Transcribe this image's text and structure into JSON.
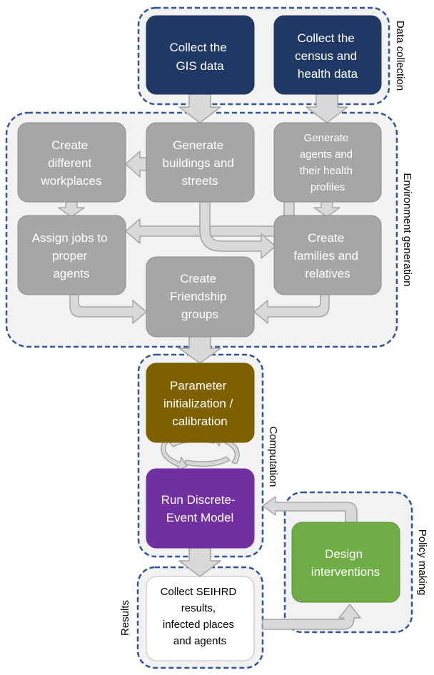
{
  "groups": {
    "data_collection": "Data collection",
    "environment_generation": "Environment generation",
    "computation": "Computation",
    "policy_making": "Policy making",
    "results": "Results"
  },
  "nodes": {
    "collect_gis": [
      "Collect the",
      "GIS data"
    ],
    "collect_census": [
      "Collect the",
      "census and",
      "health data"
    ],
    "create_workplaces": [
      "Create",
      "different",
      "workplaces"
    ],
    "generate_buildings": [
      "Generate",
      "buildings and",
      "streets"
    ],
    "generate_agents": [
      "Generate",
      "agents and",
      "their health",
      "profiles"
    ],
    "assign_jobs": [
      "Assign jobs to",
      "proper",
      "agents"
    ],
    "create_families": [
      "Create",
      "families and",
      "relatives"
    ],
    "create_friendship": [
      "Create",
      "Friendship",
      "groups"
    ],
    "parameter_init": [
      "Parameter",
      "initialization /",
      "calibration"
    ],
    "run_model": [
      "Run Discrete-",
      "Event Model"
    ],
    "design_interventions": [
      "Design",
      "interventions"
    ],
    "collect_results": [
      "Collect SEIHRD",
      "results,",
      "infected places",
      "and agents"
    ]
  },
  "colors": {
    "navy": "#1f3864",
    "gray_box": "#a6a6a6",
    "gray_border": "#8c8c8c",
    "brown": "#7f6000",
    "purple": "#7030a0",
    "green": "#70ad47",
    "white_box": "#ffffff",
    "group_fill": "#f2f2f2",
    "group_border": "#2f5597",
    "arrow_fill": "#d9d9d9",
    "arrow_stroke": "#a6a6a6"
  }
}
